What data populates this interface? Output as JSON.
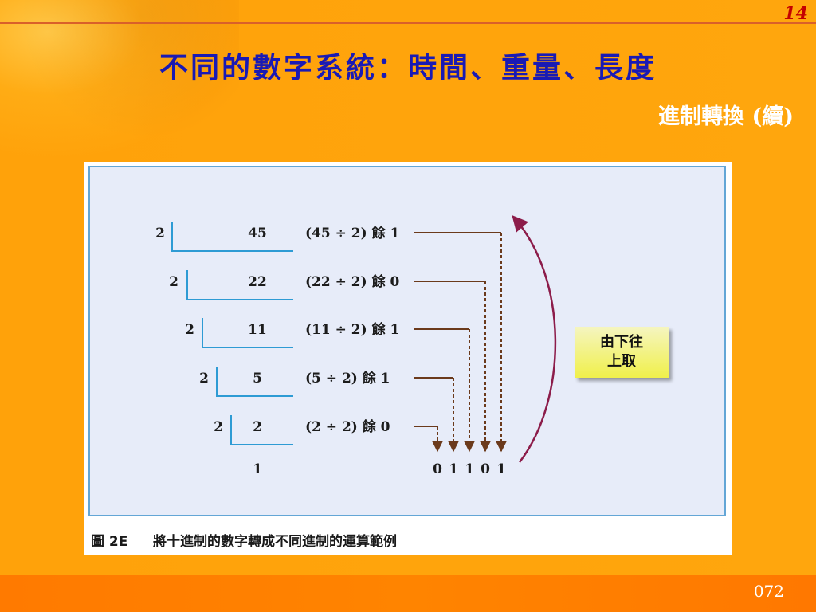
{
  "header": {
    "page_number": "14"
  },
  "title": "不同的數字系統：時間、重量、長度",
  "subtitle": "進制轉換 (續)",
  "figure": {
    "caption_tag": "圖 2E",
    "caption": "將十進制的數字轉成不同進制的運算範例",
    "callout": "由下往上取",
    "rows": [
      {
        "divisor": "2",
        "dividend": "45",
        "expr": "(45 ÷ 2) 餘 1",
        "remainder": "1"
      },
      {
        "divisor": "2",
        "dividend": "22",
        "expr": "(22 ÷ 2) 餘 0",
        "remainder": "0"
      },
      {
        "divisor": "2",
        "dividend": "11",
        "expr": "(11 ÷ 2) 餘 1",
        "remainder": "1"
      },
      {
        "divisor": "2",
        "dividend": "5",
        "expr": "(5 ÷ 2) 餘 1",
        "remainder": "1"
      },
      {
        "divisor": "2",
        "dividend": "2",
        "expr": "(2 ÷ 2) 餘 0",
        "remainder": "0"
      }
    ],
    "final_quotient": "1",
    "result_digits": [
      "0",
      "1",
      "1",
      "0",
      "1"
    ],
    "colors": {
      "bracket": "#2e9bd4",
      "arrow": "#6b3a1c",
      "curve": "#8c1c4a"
    }
  },
  "footer": {
    "slide_number": "072"
  }
}
